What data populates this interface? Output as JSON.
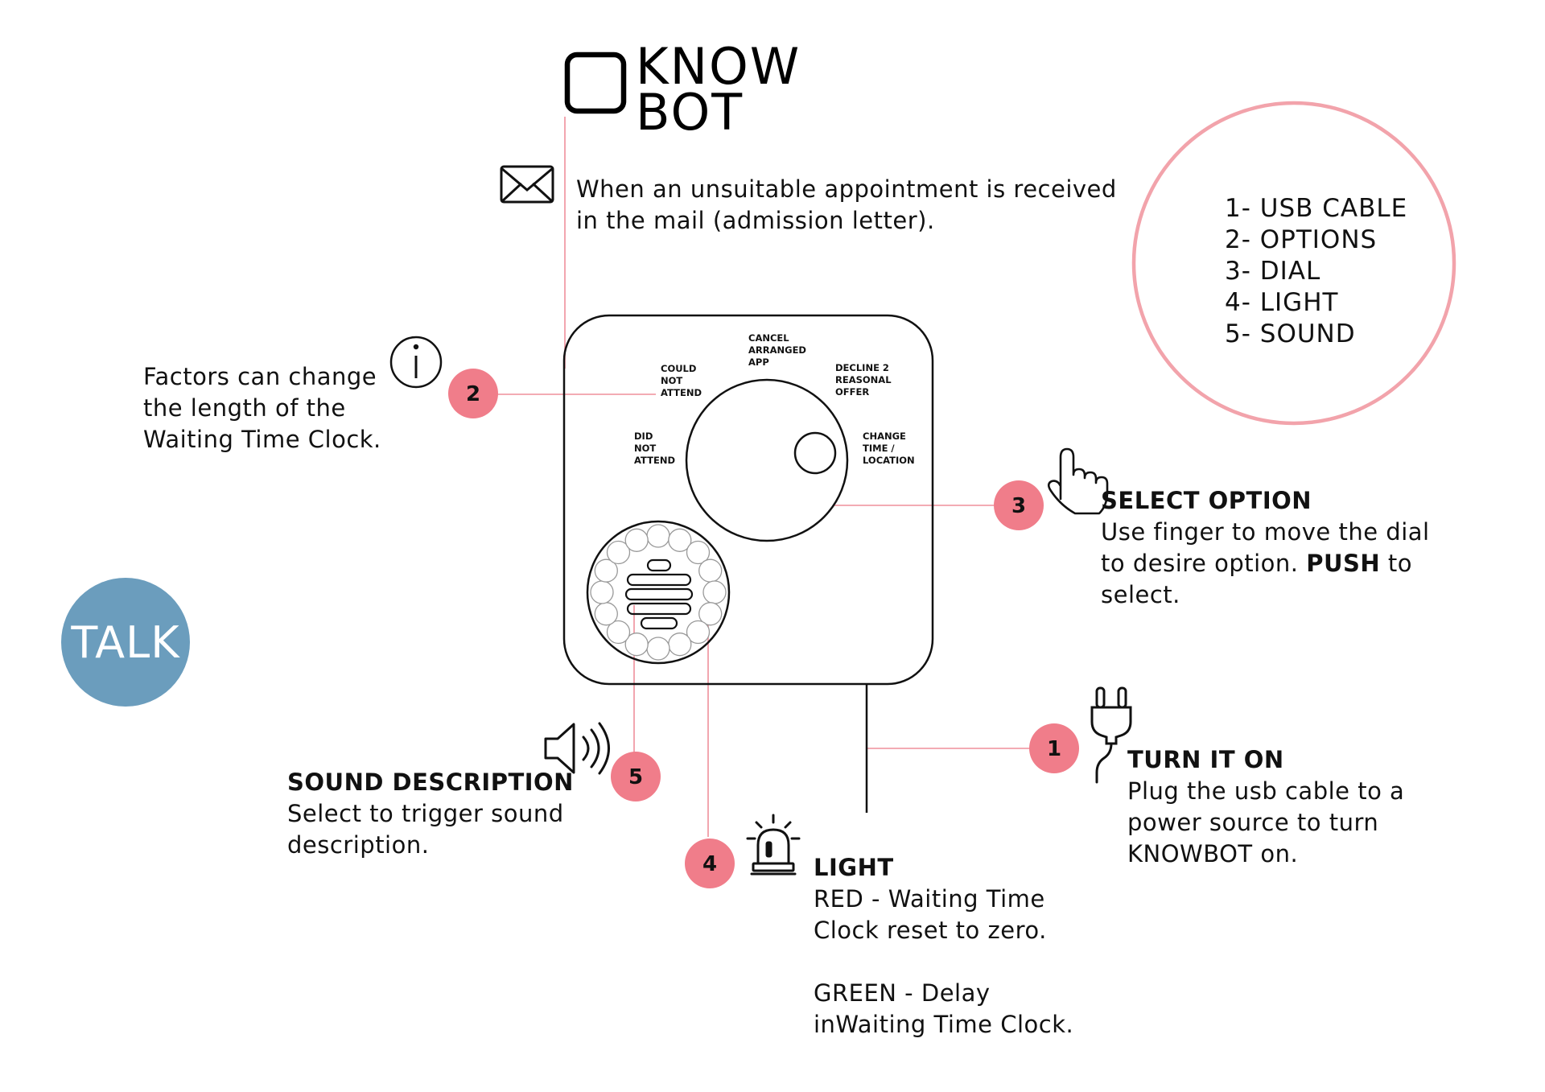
{
  "logo": {
    "line1": "KNOW",
    "line2": "BOT"
  },
  "mail_note": {
    "line1": "When an unsuitable appointment is received",
    "line2": "in the mail (admission letter)."
  },
  "factors_note": {
    "line1": "Factors can change",
    "line2": "the length of the",
    "line3": "Waiting Time Clock."
  },
  "legend": [
    "1- USB CABLE",
    "2- OPTIONS",
    "3- DIAL",
    "4- LIGHT",
    "5- SOUND"
  ],
  "talk_badge": "TALK",
  "dial_options": {
    "cancel": [
      "CANCEL",
      "ARRANGED",
      "APP"
    ],
    "decline": [
      "DECLINE 2",
      "REASONAL",
      "OFFER"
    ],
    "could_not": [
      "COULD",
      "NOT",
      "ATTEND"
    ],
    "did_not": [
      "DID",
      "NOT",
      "ATTEND"
    ],
    "change": [
      "CHANGE",
      "TIME /",
      "LOCATION"
    ]
  },
  "markers": [
    "1",
    "2",
    "3",
    "4",
    "5"
  ],
  "select_option": {
    "title": "SELECT OPTION",
    "line1": "Use finger to move the dial",
    "line2_pre": "to desire option. ",
    "line2_bold": "PUSH",
    "line2_post": " to",
    "line3": "select."
  },
  "turn_on": {
    "title": "TURN IT ON",
    "line1": "Plug the usb cable to a",
    "line2": "power source to turn",
    "line3": "KNOWBOT on."
  },
  "sound": {
    "title": "SOUND DESCRIPTION",
    "line1": "Select to trigger sound",
    "line2": "description."
  },
  "light": {
    "title": "LIGHT",
    "line1": "RED - Waiting Time",
    "line2": "Clock reset to zero.",
    "line3": "GREEN - Delay",
    "line4": "inWaiting Time Clock."
  },
  "colors": {
    "accent_pink": "#f07d8a",
    "line_pink": "#ef8f9b",
    "circle_pink": "#f2a3ab",
    "talk_blue": "#6b9dbd"
  }
}
